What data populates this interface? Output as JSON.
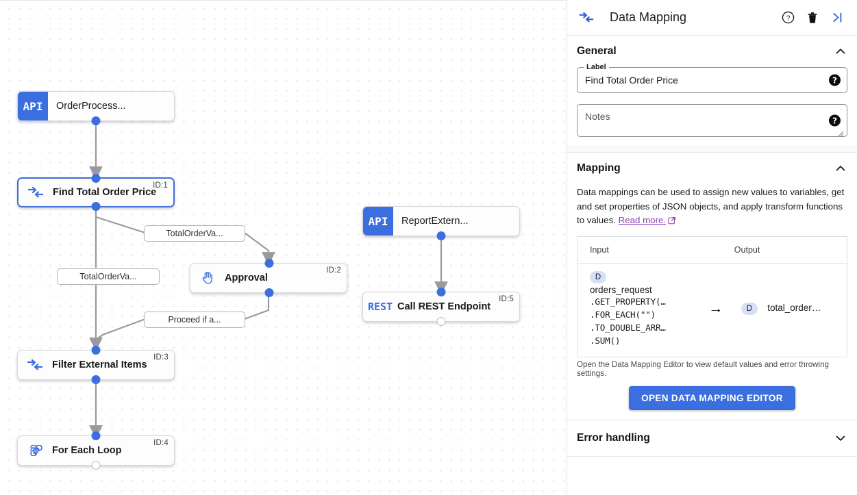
{
  "canvas": {
    "nodes": [
      {
        "id": "",
        "label": "OrderProcess...",
        "badge": "API",
        "kind": "api"
      },
      {
        "id": "ID:1",
        "label": "Find Total Order Price",
        "icon": "data-mapping-icon",
        "kind": "mapping",
        "selected": true
      },
      {
        "id": "ID:2",
        "label": "Approval",
        "icon": "hand-icon",
        "kind": "approval"
      },
      {
        "id": "ID:3",
        "label": "Filter External Items",
        "icon": "data-mapping-icon",
        "kind": "mapping"
      },
      {
        "id": "ID:4",
        "label": "For Each Loop",
        "icon": "loop-icon",
        "kind": "loop"
      },
      {
        "id": "",
        "label": "ReportExtern...",
        "badge": "API",
        "kind": "api"
      },
      {
        "id": "ID:5",
        "label": "Call REST Endpoint",
        "badge": "REST",
        "kind": "rest"
      }
    ],
    "edge_labels": [
      "TotalOrderVa...",
      "TotalOrderVa...",
      "Proceed if a..."
    ]
  },
  "panel": {
    "header": {
      "title": "Data Mapping",
      "icon": "data-mapping-icon",
      "help_label": "?",
      "delete_label": "",
      "collapse_label": ""
    },
    "general": {
      "title": "General",
      "label_caption": "Label",
      "label_value": "Find Total Order Price",
      "notes_placeholder": "Notes",
      "help_glyph": "?"
    },
    "mapping": {
      "title": "Mapping",
      "description_before": "Data mappings can be used to assign new values to variables, get and set properties of JSON objects, and apply transform functions to values.",
      "link_text": "Read more.",
      "columns": [
        "Input",
        "Output"
      ],
      "row": {
        "input_chip": "D",
        "input_variable": "orders_request",
        "input_expression": [
          ".GET_PROPERTY(…",
          ".FOR_EACH(\"\")",
          ".TO_DOUBLE_ARR…",
          ".SUM()"
        ],
        "arrow": "→",
        "output_chip": "D",
        "output_variable": "total_order…"
      },
      "hint": "Open the Data Mapping Editor to view default values and error throwing settings.",
      "button_label": "OPEN DATA MAPPING EDITOR"
    },
    "error_handling": {
      "title": "Error handling"
    }
  },
  "colors": {
    "accent": "#3b6fe0",
    "link": "#8a3fb0",
    "chip": "#d6e0f5",
    "edge": "#9a9a9e"
  }
}
